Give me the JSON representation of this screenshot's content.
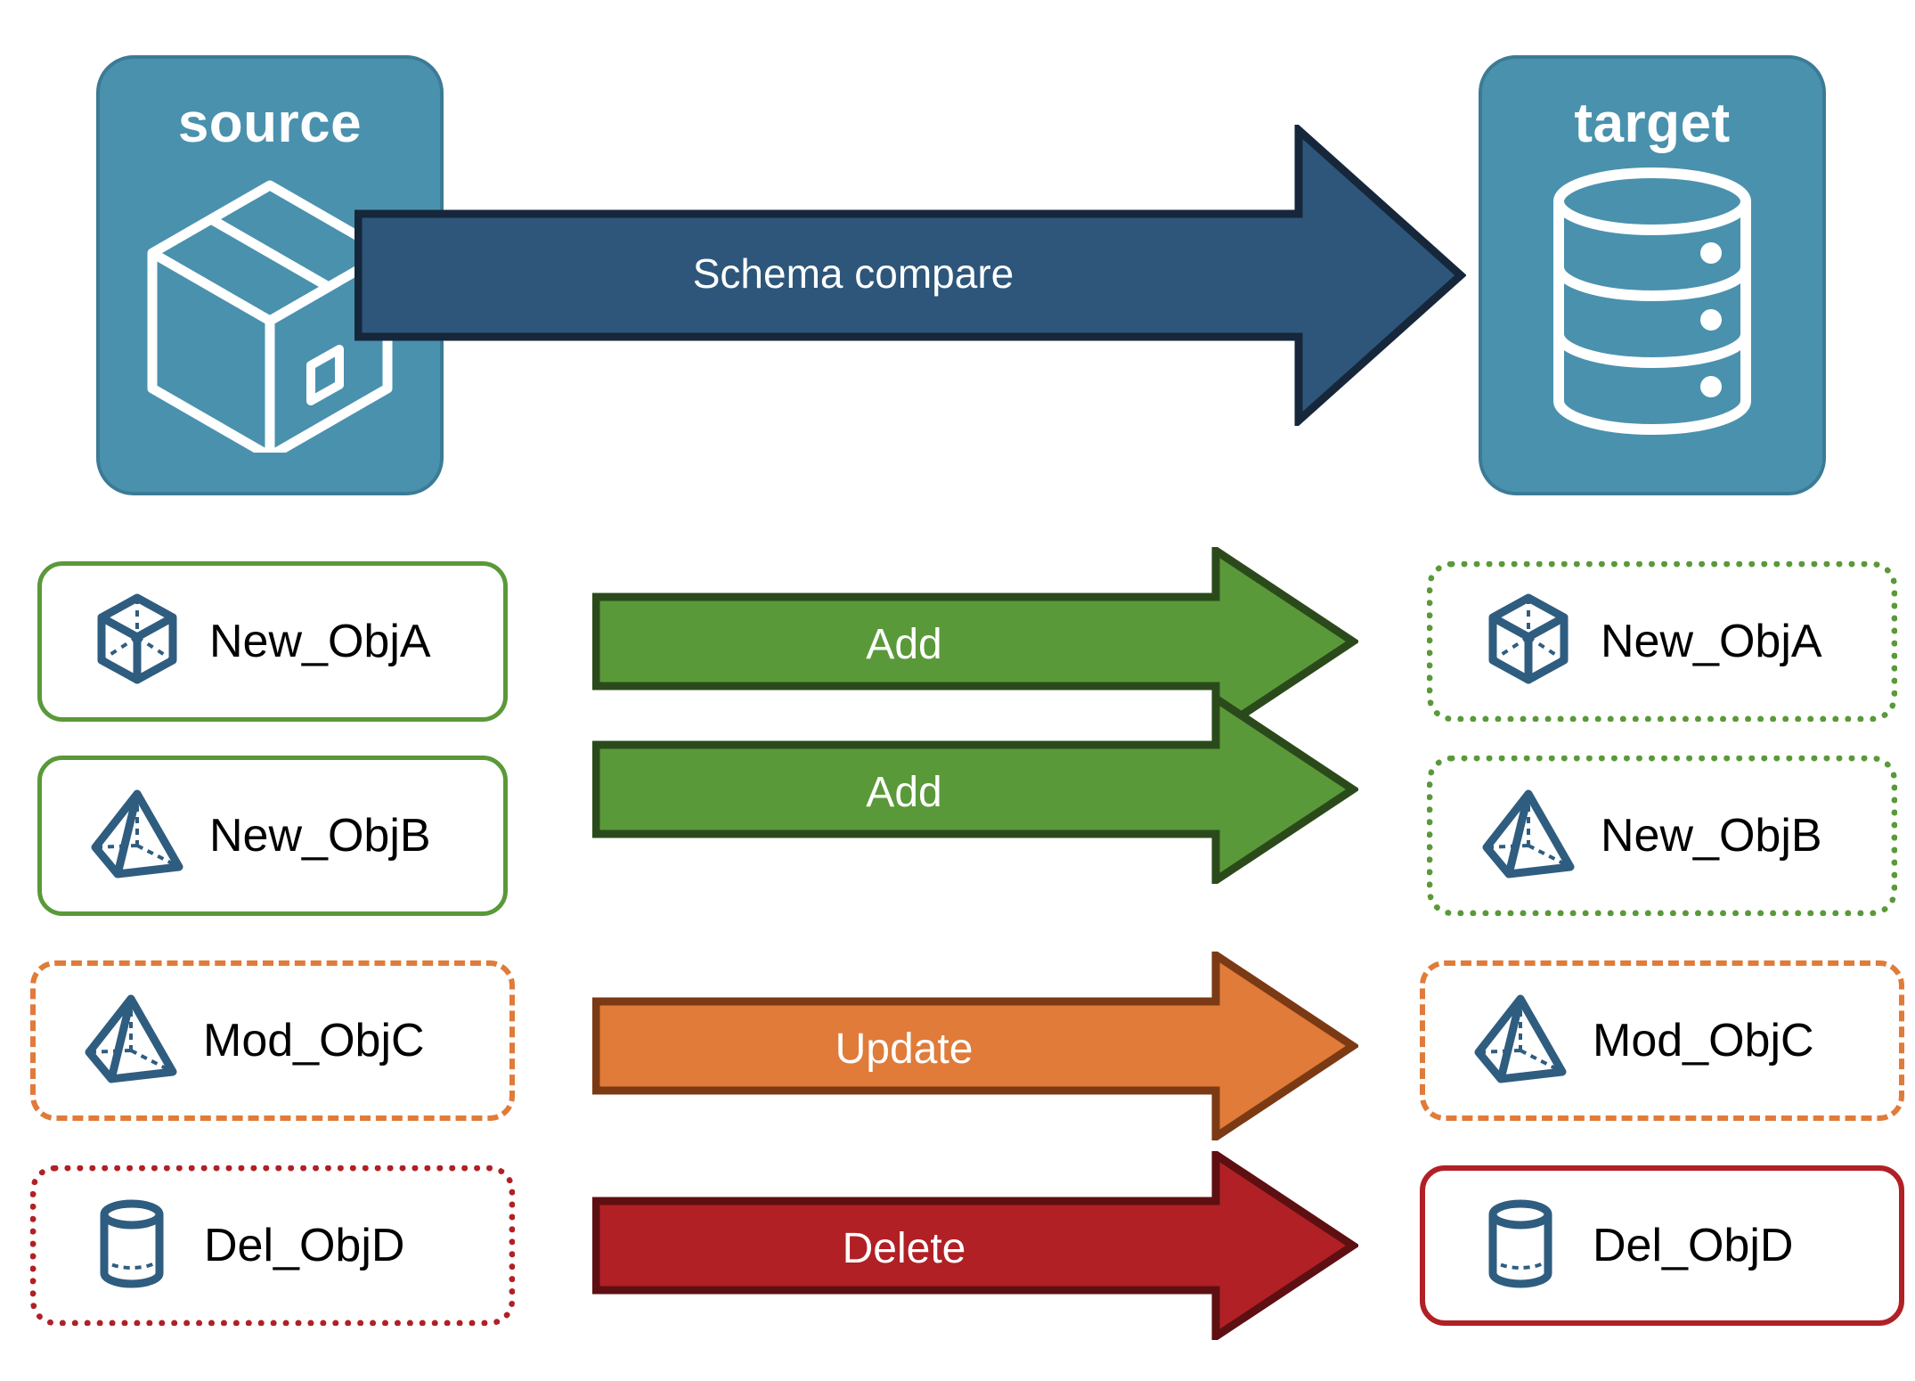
{
  "diagram": {
    "title": "Schema compare",
    "endpoints": {
      "source": {
        "label": "source",
        "icon": "package-box-icon",
        "fill": "#4a91ae",
        "stroke": "#3c7b95"
      },
      "target": {
        "label": "target",
        "icon": "database-cylinder-icon",
        "fill": "#4a91ae",
        "stroke": "#3c7b95"
      }
    },
    "main_arrow": {
      "label": "Schema compare",
      "fill": "#2d567a",
      "stroke": "#16273b"
    },
    "rows": [
      {
        "source_label": "New_ObjA",
        "target_label": "New_ObjA",
        "action": "Add",
        "icon": "cube-wireframe-icon",
        "arrow_fill": "#5A9939",
        "arrow_stroke": "#2B4A1B",
        "source_border_style": "solid",
        "source_border_color": "#5A9939",
        "target_border_style": "dotted",
        "target_border_color": "#5A9939"
      },
      {
        "source_label": "New_ObjB",
        "target_label": "New_ObjB",
        "action": "Add",
        "icon": "pyramid-wireframe-icon",
        "arrow_fill": "#5A9939",
        "arrow_stroke": "#2B4A1B",
        "source_border_style": "solid",
        "source_border_color": "#5A9939",
        "target_border_style": "dotted",
        "target_border_color": "#5A9939"
      },
      {
        "source_label": "Mod_ObjC",
        "target_label": "Mod_ObjC",
        "action": "Update",
        "icon": "pyramid-wireframe-icon",
        "arrow_fill": "#E07B39",
        "arrow_stroke": "#7B3A14",
        "source_border_style": "dashed",
        "source_border_color": "#E07B39",
        "target_border_style": "dashed",
        "target_border_color": "#E07B39"
      },
      {
        "source_label": "Del_ObjD",
        "target_label": "Del_ObjD",
        "action": "Delete",
        "icon": "cylinder-wireframe-icon",
        "arrow_fill": "#B02025",
        "arrow_stroke": "#5E0F12",
        "source_border_style": "dotted",
        "source_border_color": "#B02025",
        "target_border_style": "solid",
        "target_border_color": "#B02025"
      }
    ],
    "palette": {
      "object_icon_stroke": "#2F5D80",
      "endpoint_fill": "#4a91ae",
      "green": "#5A9939",
      "orange": "#E07B39",
      "red": "#B02025",
      "navy": "#2d567a"
    }
  }
}
